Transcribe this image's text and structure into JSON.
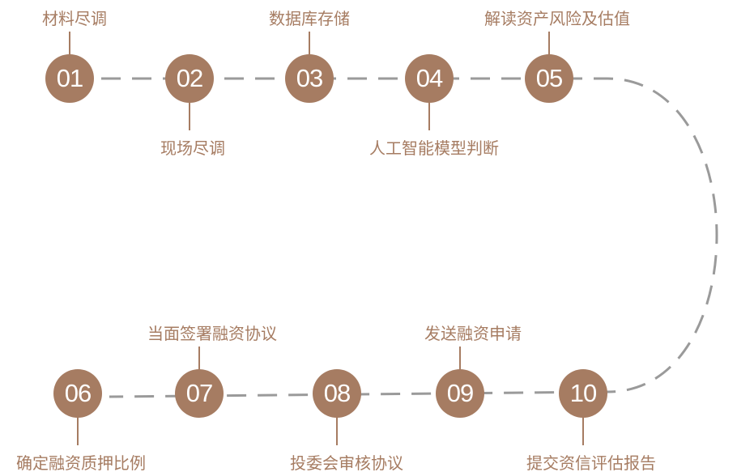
{
  "accent_color": "#a67c62",
  "line_color": "#9a9a9a",
  "steps": [
    {
      "num": "01",
      "label": "材料尽调"
    },
    {
      "num": "02",
      "label": "现场尽调"
    },
    {
      "num": "03",
      "label": "数据库存储"
    },
    {
      "num": "04",
      "label": "人工智能模型判断"
    },
    {
      "num": "05",
      "label": "解读资产风险及估值"
    },
    {
      "num": "06",
      "label": "确定融资质押比例"
    },
    {
      "num": "07",
      "label": "当面签署融资协议"
    },
    {
      "num": "08",
      "label": "投委会审核协议"
    },
    {
      "num": "09",
      "label": "发送融资申请"
    },
    {
      "num": "10",
      "label": "提交资信评估报告"
    }
  ]
}
